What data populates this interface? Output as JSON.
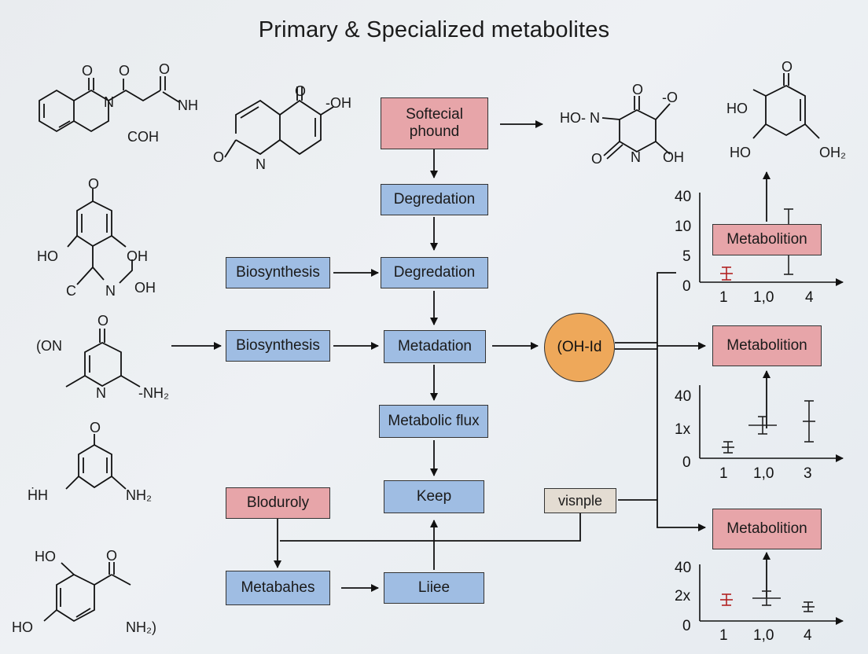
{
  "title": "Primary & Specialized metabolites",
  "boxes": {
    "softecial": "Softecial phound",
    "degradation1": "Degredation",
    "biosynthesis1": "Biosynthesis",
    "degradation2": "Degredation",
    "biosynthesis2": "Biosynthesis",
    "metadation": "Metadation",
    "metabolic_flux": "Metabolic flux",
    "keep": "Keep",
    "bloduroly": "Bloduroly",
    "metabahes": "Metabahes",
    "liiee": "Liiee",
    "visnple": "visnple",
    "metabolition1": "Metabolition",
    "metabolition2": "Metabolition",
    "metabolition3": "Metabolition",
    "circle": "(OH-Id"
  },
  "molecule_labels": {
    "m1_o1": "O",
    "m1_o2": "O",
    "m1_o3": "O",
    "m1_n": "N",
    "m1_nh": "NH",
    "m1_coh": "COH",
    "m2_o": "O",
    "m2_oh": "-OH",
    "m2_n": "N",
    "m2_o_left": "O",
    "m3_o": "O",
    "m3_ho": "HO",
    "m3_oh1": "OH",
    "m3_c": "C",
    "m3_n": "N",
    "m3_oh2": "OH",
    "m4_o": "O",
    "m4_on": "(ON",
    "m4_n": "N",
    "m4_nh2": "-NH₂",
    "m5_o": "O",
    "m5_hh": "ḢH",
    "m5_nh2": "NH₂",
    "m6_ho1": "HO",
    "m6_o": "O",
    "m6_ho2": "HO",
    "m6_nh2": "NH₂)",
    "m7_o1": "O",
    "m7_o2": "-O",
    "m7_hon": "HO- N",
    "m7_o3": "O",
    "m7_n": "N",
    "m7_oh": "OH",
    "m8_o": "O",
    "m8_ho1": "HO",
    "m8_ho2": "HO",
    "m8_oh2": "OH₂"
  },
  "chart_data": [
    {
      "type": "scatter",
      "title": "",
      "xlabel": "",
      "ylabel": "",
      "y_tick_labels": [
        "40",
        "10",
        "5",
        "0"
      ],
      "x_tick_labels": [
        "1",
        "1,0",
        "4"
      ],
      "marker_style": "error-bar",
      "points": [
        {
          "x": "1",
          "color": "#b22222"
        },
        {
          "x": "4",
          "color": "#222222"
        }
      ]
    },
    {
      "type": "scatter",
      "title": "",
      "xlabel": "",
      "ylabel": "",
      "y_tick_labels": [
        "40",
        "1x",
        "0"
      ],
      "x_tick_labels": [
        "1",
        "1,0",
        "3"
      ],
      "marker_style": "error-bar",
      "points": [
        {
          "x": "1",
          "color": "#222222"
        },
        {
          "x": "1,0",
          "color": "#222222"
        },
        {
          "x": "3",
          "color": "#222222"
        }
      ]
    },
    {
      "type": "scatter",
      "title": "",
      "xlabel": "",
      "ylabel": "",
      "y_tick_labels": [
        "40",
        "2x",
        "0"
      ],
      "x_tick_labels": [
        "1",
        "1,0",
        "4"
      ],
      "marker_style": "error-bar",
      "points": [
        {
          "x": "1",
          "color": "#b22222"
        },
        {
          "x": "1,0",
          "color": "#222222"
        },
        {
          "x": "4",
          "color": "#222222"
        }
      ]
    }
  ]
}
